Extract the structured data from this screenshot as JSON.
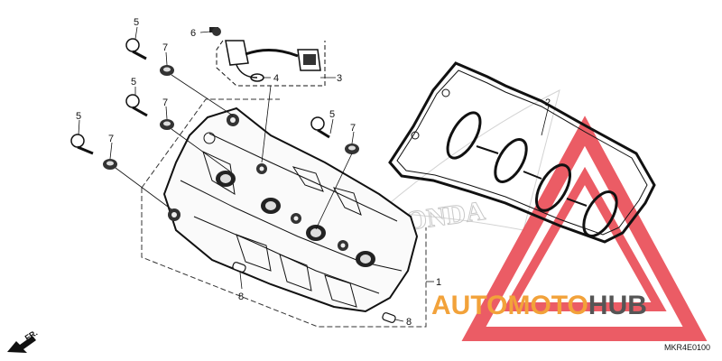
{
  "diagram": {
    "code": "MKR4E0100",
    "front_label": "FR.",
    "labels": {
      "n1": "1",
      "n2": "2",
      "n3": "3",
      "n4": "4",
      "n5a": "5",
      "n5b": "5",
      "n5c": "5",
      "n5d": "5",
      "n6": "6",
      "n7a": "7",
      "n7b": "7",
      "n7c": "7",
      "n7d": "7",
      "n8a": "8",
      "n8b": "8"
    }
  },
  "watermark": {
    "brand_part1": "AUTO",
    "brand_part2": "MOTO",
    "brand_part3": "HUB",
    "background_text": "HONDA",
    "colors": {
      "orange": "#f2a23a",
      "gray": "#555555",
      "red": "#e8404a"
    }
  }
}
